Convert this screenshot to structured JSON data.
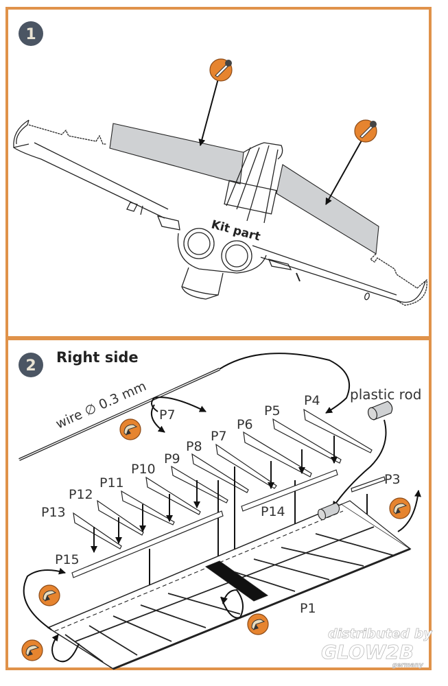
{
  "colors": {
    "frame": "#e0924a",
    "step_badge": "#4b5563",
    "step_badge_text": "#e9e3d3",
    "accent_icon": "#e6842f",
    "replace_fill": "#cfd1d3",
    "line": "#222222"
  },
  "step1": {
    "number": "1",
    "kit_part_label": "Kit part",
    "icons": [
      "cut-icon",
      "cut-icon"
    ]
  },
  "step2": {
    "number": "2",
    "title": "Right side",
    "wire_label": "wire ∅ 0.3 mm",
    "plastic_rod_label": "plastic rod",
    "bend_label": "P7",
    "parts": [
      "P3",
      "P4",
      "P5",
      "P6",
      "P7",
      "P8",
      "P9",
      "P10",
      "P11",
      "P12",
      "P13",
      "P14",
      "P15",
      "P1"
    ],
    "icons": [
      "bend-icon",
      "bend-icon",
      "bend-icon",
      "bend-icon",
      "bend-icon"
    ]
  },
  "watermark": {
    "line1": "distributed by",
    "line2": "GLOW2B",
    "line3": "germany"
  }
}
